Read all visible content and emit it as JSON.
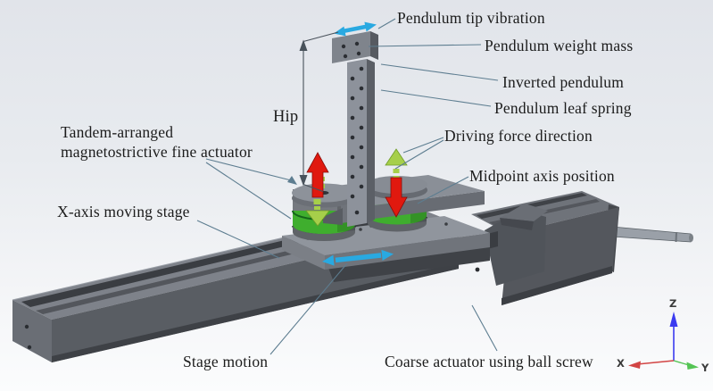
{
  "diagram": {
    "labels": {
      "pendulum_tip_vibration": "Pendulum tip vibration",
      "pendulum_weight_mass": "Pendulum weight mass",
      "inverted_pendulum": "Inverted pendulum",
      "pendulum_leaf_spring": "Pendulum leaf spring",
      "hip": "Hip",
      "tandem_actuator_line1": "Tandem-arranged",
      "tandem_actuator_line2": "magnetostrictive fine actuator",
      "driving_force_direction": "Driving force direction",
      "midpoint_axis_position": "Midpoint axis position",
      "x_axis_moving_stage": "X-axis moving stage",
      "stage_motion": "Stage motion",
      "coarse_actuator": "Coarse actuator using ball screw"
    },
    "triad": {
      "x": "X",
      "y": "Y",
      "z": "Z"
    },
    "colors": {
      "red_arrow": "#e0190f",
      "red_arrow_edge": "#8a0d08",
      "green_dashed_arrow": "#a6cf4a",
      "green_band": "#3fae2e",
      "blue_arrow": "#29a9e1",
      "leader_line": "#5d7d90",
      "dimension_line": "#49525b",
      "axis_x": "#d24444",
      "axis_y": "#54c454",
      "axis_z": "#3b3bf0"
    }
  }
}
